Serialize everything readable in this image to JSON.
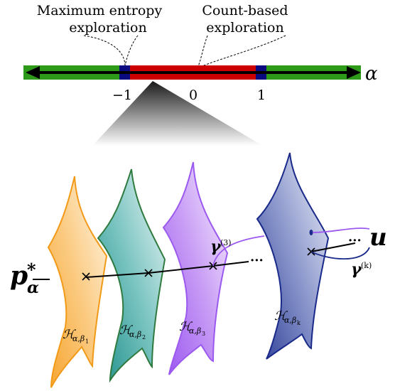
{
  "top_labels": {
    "max_entropy_line1": "Maximum entropy",
    "max_entropy_line2": "exploration",
    "count_based_line1": "Count-based",
    "count_based_line2": "exploration"
  },
  "axis": {
    "symbol": "α",
    "ticks": [
      "−1",
      "0",
      "1"
    ]
  },
  "colors": {
    "outer_band": "#2e9a1a",
    "inner_band": "#cc0000",
    "markers": "#0a0a80",
    "surface_1": "#f5a623",
    "surface_2": "#2f7a3f",
    "surface_3": "#9b59f0",
    "surface_4": "#1a2a8a"
  },
  "diagram": {
    "p_star": {
      "base": "p",
      "sup": "*",
      "sub": "α"
    },
    "u_label": "u",
    "gamma3": {
      "base": "γ",
      "sup": "(3)"
    },
    "gammak": {
      "base": "γ",
      "sup": "(k)"
    },
    "ellipsis": "···",
    "surfaces": [
      {
        "H": "ℋ",
        "sub": "α,β",
        "subsub": "1"
      },
      {
        "H": "ℋ",
        "sub": "α,β",
        "subsub": "2"
      },
      {
        "H": "ℋ",
        "sub": "α,β",
        "subsub": "3"
      },
      {
        "H": "ℋ",
        "sub": "α,β",
        "subsub": "k"
      }
    ]
  }
}
